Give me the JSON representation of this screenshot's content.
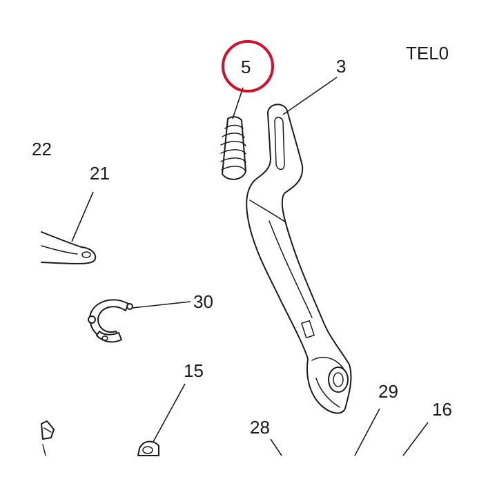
{
  "diagram": {
    "corner_code": "TEL0",
    "labels": {
      "p5": "5",
      "p3": "3",
      "p22": "22",
      "p21": "21",
      "p30": "30",
      "p15": "15",
      "p29": "29",
      "p28": "28",
      "p16": "16"
    },
    "highlight": {
      "part": "5",
      "color": "#d0102e"
    },
    "line_color": "#1a1a1a"
  }
}
